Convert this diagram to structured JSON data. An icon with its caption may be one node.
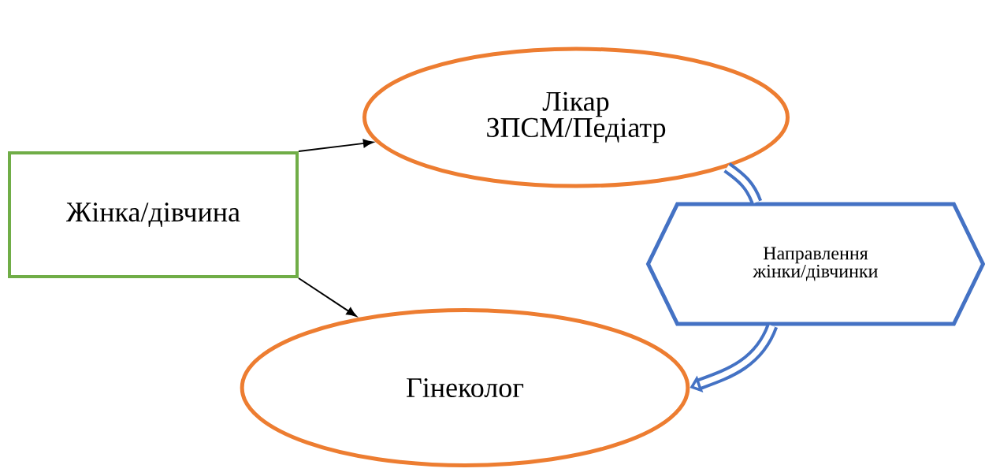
{
  "diagram": {
    "nodes": [
      {
        "text": [
          "Жінка/дівчина"
        ]
      },
      {
        "text": [
          "Лікар ЗПСМ/Педіатр"
        ]
      },
      {
        "text": [
          "Гінеколог"
        ]
      },
      {
        "text": [
          "Направлення жінки/дівчинки"
        ]
      }
    ],
    "edges": [
      {
        "from": 0,
        "to": 1,
        "arrow": "to"
      },
      {
        "from": 0,
        "to": 2,
        "arrow": "to"
      },
      {
        "from": 1,
        "to": 3,
        "arrow": "none",
        "style": "thick",
        "color": "#4472c4"
      },
      {
        "from": 3,
        "to": 2,
        "arrow": "to",
        "style": "thick",
        "color": "#4472c4"
      }
    ]
  }
}
